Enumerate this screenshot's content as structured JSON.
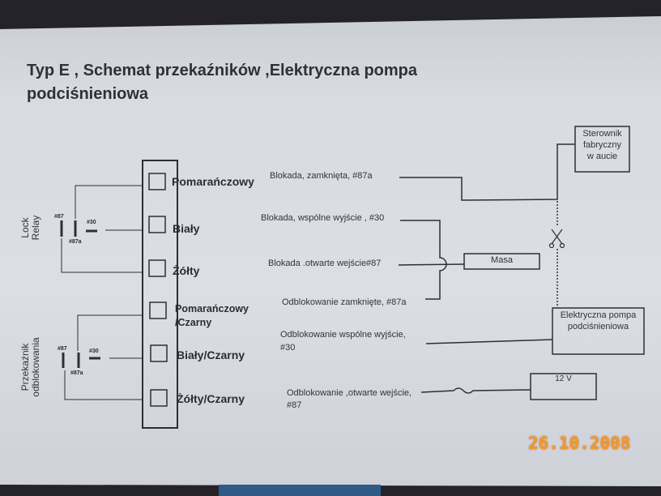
{
  "title": {
    "line1": "Typ E , Schemat przekaźników ,Elektryczna pompa",
    "line2": "podciśnieniowa"
  },
  "relays": [
    {
      "label_line1": "Lock",
      "label_line2": "Relay",
      "pins": [
        "#87",
        "#87a",
        "#30"
      ]
    },
    {
      "label_line1": "Przekaźnik",
      "label_line2": "odblokowania",
      "pins": [
        "#87",
        "#87a",
        "#30"
      ]
    }
  ],
  "connector": {
    "pins": [
      {
        "label": "Pomarańczowy"
      },
      {
        "label": "Biały"
      },
      {
        "label": "Żółty"
      },
      {
        "label_line1": "Pomarańczowy",
        "label_line2": "/Czarny"
      },
      {
        "label": "Biały/Czarny"
      },
      {
        "label": "Żółty/Czarny"
      }
    ]
  },
  "wires": [
    {
      "text": "Blokada, zamknięta, #87a"
    },
    {
      "text": "Blokada, wspólne wyjście , #30"
    },
    {
      "text": "Blokada .otwarte wejście#87"
    },
    {
      "text": "Odblokowanie zamknięte, #87a"
    },
    {
      "line1": "Odblokowanie wspólne wyjście,",
      "line2": "#30"
    },
    {
      "line1": "Odblokowanie ,otwarte wejście,",
      "line2": "#87"
    }
  ],
  "boxes": {
    "controller": {
      "line1": "Sterownik",
      "line2": "fabryczny",
      "line3": "w aucie"
    },
    "ground": "Masa",
    "pump": {
      "line1": "Elektryczna pompa",
      "line2": "podciśnieniowa"
    },
    "power": "12 V"
  },
  "date_stamp": "26.10.2008"
}
